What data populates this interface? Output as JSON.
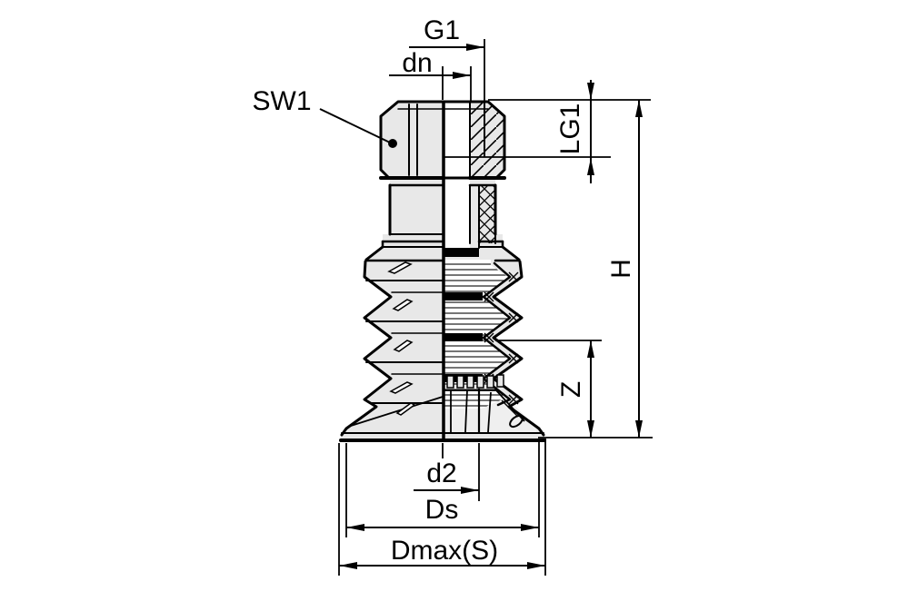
{
  "drawing": {
    "dimension_labels": {
      "g1": "G1",
      "dn": "dn",
      "sw1": "SW1",
      "lg1": "LG1",
      "h": "H",
      "z": "Z",
      "d2": "d2",
      "ds": "Ds",
      "dmax_s": "Dmax(S)"
    },
    "colors": {
      "line": "#000000",
      "part_fill": "#e8e8e8",
      "background": "#ffffff"
    }
  }
}
